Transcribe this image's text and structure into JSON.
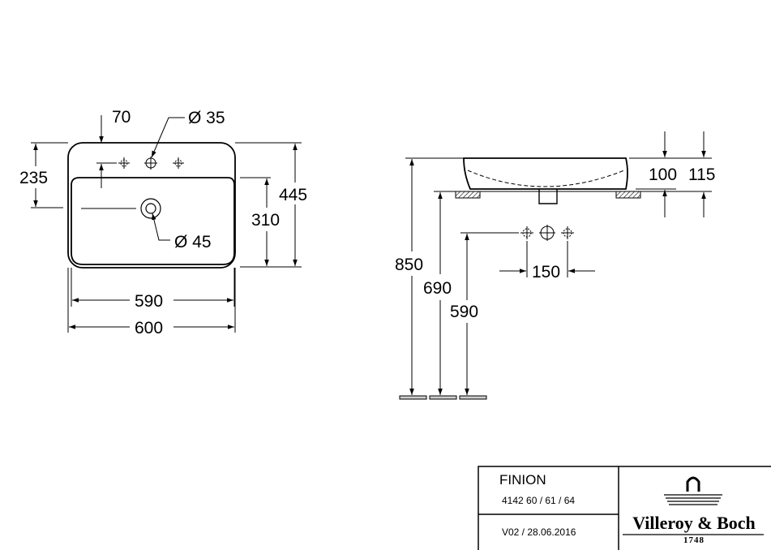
{
  "plan_view": {
    "dim_70": "70",
    "dim_d35": "Ø 35",
    "dim_235": "235",
    "dim_445": "445",
    "dim_310": "310",
    "dim_d45": "Ø 45",
    "dim_590": "590",
    "dim_600": "600"
  },
  "side_view": {
    "dim_100": "100",
    "dim_115": "115",
    "dim_850": "850",
    "dim_690": "690",
    "dim_590": "590",
    "dim_150": "150"
  },
  "title_block": {
    "product": "FINION",
    "article_numbers": "4142 60 / 61 / 64",
    "version": "V02 / 28.06.2016",
    "brand": "Villeroy & Boch",
    "year": "1748"
  }
}
